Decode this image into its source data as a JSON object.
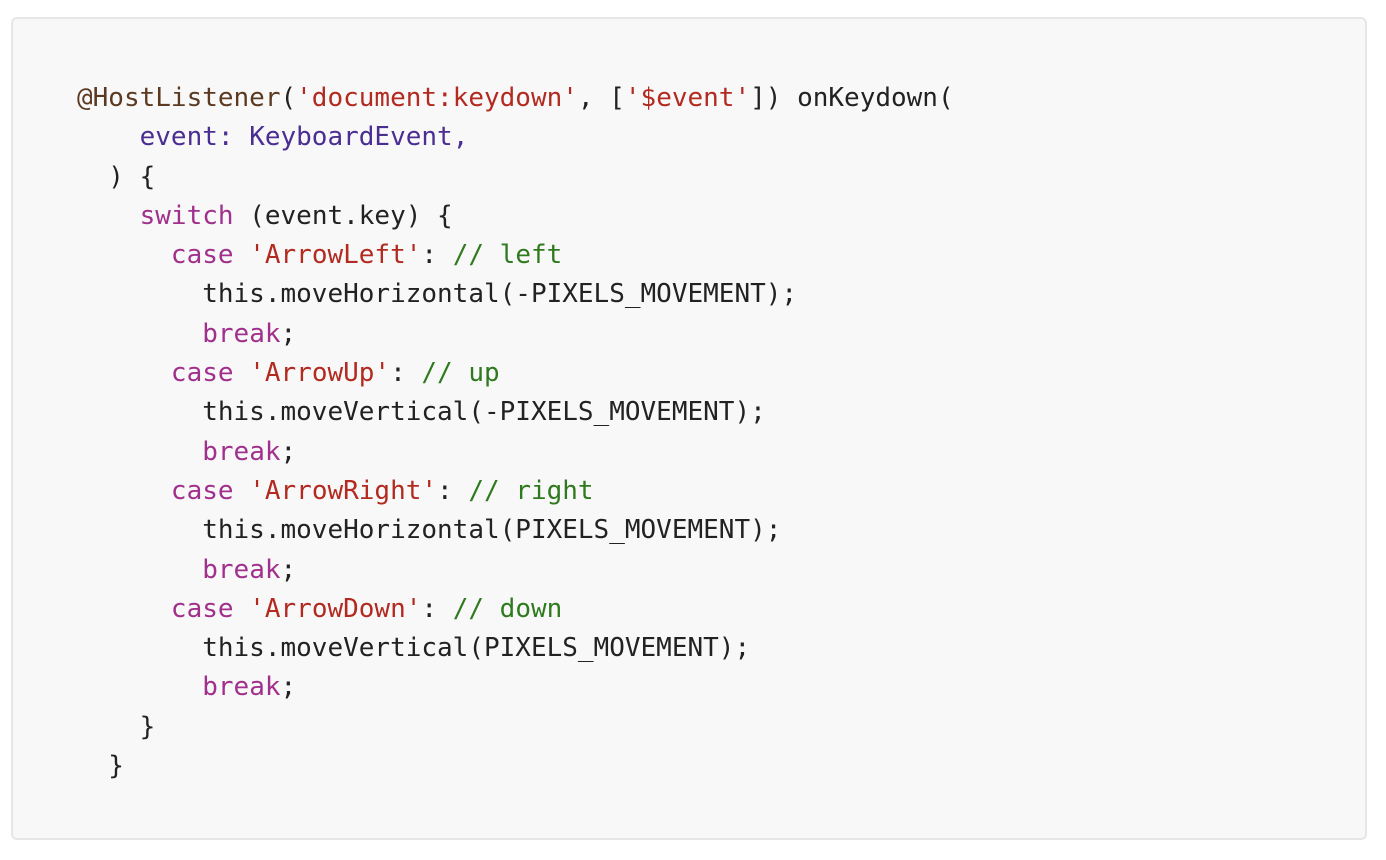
{
  "code": {
    "lines": [
      [
        {
          "t": "decorator",
          "v": "@HostListener"
        },
        {
          "t": "plain",
          "v": "("
        },
        {
          "t": "string",
          "v": "'document:keydown'"
        },
        {
          "t": "plain",
          "v": ", ["
        },
        {
          "t": "string",
          "v": "'$event'"
        },
        {
          "t": "plain",
          "v": "]) onKeydown("
        }
      ],
      [
        {
          "t": "plain",
          "v": "    "
        },
        {
          "t": "param",
          "v": "event: KeyboardEvent,"
        }
      ],
      [
        {
          "t": "plain",
          "v": "  ) {"
        }
      ],
      [
        {
          "t": "plain",
          "v": "    "
        },
        {
          "t": "keyword",
          "v": "switch"
        },
        {
          "t": "plain",
          "v": " (event.key) {"
        }
      ],
      [
        {
          "t": "plain",
          "v": "      "
        },
        {
          "t": "keyword",
          "v": "case"
        },
        {
          "t": "plain",
          "v": " "
        },
        {
          "t": "string",
          "v": "'ArrowLeft'"
        },
        {
          "t": "plain",
          "v": ": "
        },
        {
          "t": "comment",
          "v": "// left"
        }
      ],
      [
        {
          "t": "plain",
          "v": "        this.moveHorizontal(-PIXELS_MOVEMENT);"
        }
      ],
      [
        {
          "t": "plain",
          "v": "        "
        },
        {
          "t": "keyword",
          "v": "break"
        },
        {
          "t": "plain",
          "v": ";"
        }
      ],
      [
        {
          "t": "plain",
          "v": "      "
        },
        {
          "t": "keyword",
          "v": "case"
        },
        {
          "t": "plain",
          "v": " "
        },
        {
          "t": "string",
          "v": "'ArrowUp'"
        },
        {
          "t": "plain",
          "v": ": "
        },
        {
          "t": "comment",
          "v": "// up"
        }
      ],
      [
        {
          "t": "plain",
          "v": "        this.moveVertical(-PIXELS_MOVEMENT);"
        }
      ],
      [
        {
          "t": "plain",
          "v": "        "
        },
        {
          "t": "keyword",
          "v": "break"
        },
        {
          "t": "plain",
          "v": ";"
        }
      ],
      [
        {
          "t": "plain",
          "v": "      "
        },
        {
          "t": "keyword",
          "v": "case"
        },
        {
          "t": "plain",
          "v": " "
        },
        {
          "t": "string",
          "v": "'ArrowRight'"
        },
        {
          "t": "plain",
          "v": ": "
        },
        {
          "t": "comment",
          "v": "// right"
        }
      ],
      [
        {
          "t": "plain",
          "v": "        this.moveHorizontal(PIXELS_MOVEMENT);"
        }
      ],
      [
        {
          "t": "plain",
          "v": "        "
        },
        {
          "t": "keyword",
          "v": "break"
        },
        {
          "t": "plain",
          "v": ";"
        }
      ],
      [
        {
          "t": "plain",
          "v": "      "
        },
        {
          "t": "keyword",
          "v": "case"
        },
        {
          "t": "plain",
          "v": " "
        },
        {
          "t": "string",
          "v": "'ArrowDown'"
        },
        {
          "t": "plain",
          "v": ": "
        },
        {
          "t": "comment",
          "v": "// down"
        }
      ],
      [
        {
          "t": "plain",
          "v": "        this.moveVertical(PIXELS_MOVEMENT);"
        }
      ],
      [
        {
          "t": "plain",
          "v": "        "
        },
        {
          "t": "keyword",
          "v": "break"
        },
        {
          "t": "plain",
          "v": ";"
        }
      ],
      [
        {
          "t": "plain",
          "v": "    }"
        }
      ],
      [
        {
          "t": "plain",
          "v": "  }"
        }
      ]
    ]
  },
  "colors": {
    "background": "#f8f8f8",
    "decorator": "#5c3a22",
    "string": "#b22a20",
    "parameter": "#4b2e91",
    "keyword": "#a0308c",
    "comment": "#2f7a1f",
    "text": "#222222"
  }
}
